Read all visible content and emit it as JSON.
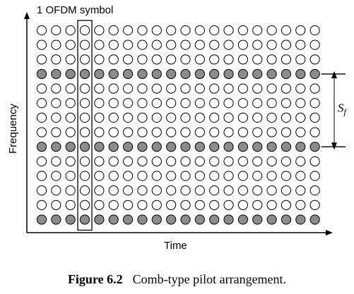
{
  "diagram": {
    "symbol_label": "1 OFDM symbol",
    "y_axis_label": "Frequency",
    "x_axis_label": "Time",
    "spacing_label_main": "S",
    "spacing_label_sub": "f",
    "grid": {
      "columns": 20,
      "rows": 14,
      "pilot_rows": [
        3,
        8,
        13
      ],
      "highlighted_column": 3
    },
    "colors": {
      "pilot_fill": "#8c8c8c",
      "data_fill": "#ffffff",
      "stroke": "#000000"
    }
  },
  "caption": {
    "number": "Figure 6.2",
    "text": "Comb-type pilot arrangement."
  }
}
